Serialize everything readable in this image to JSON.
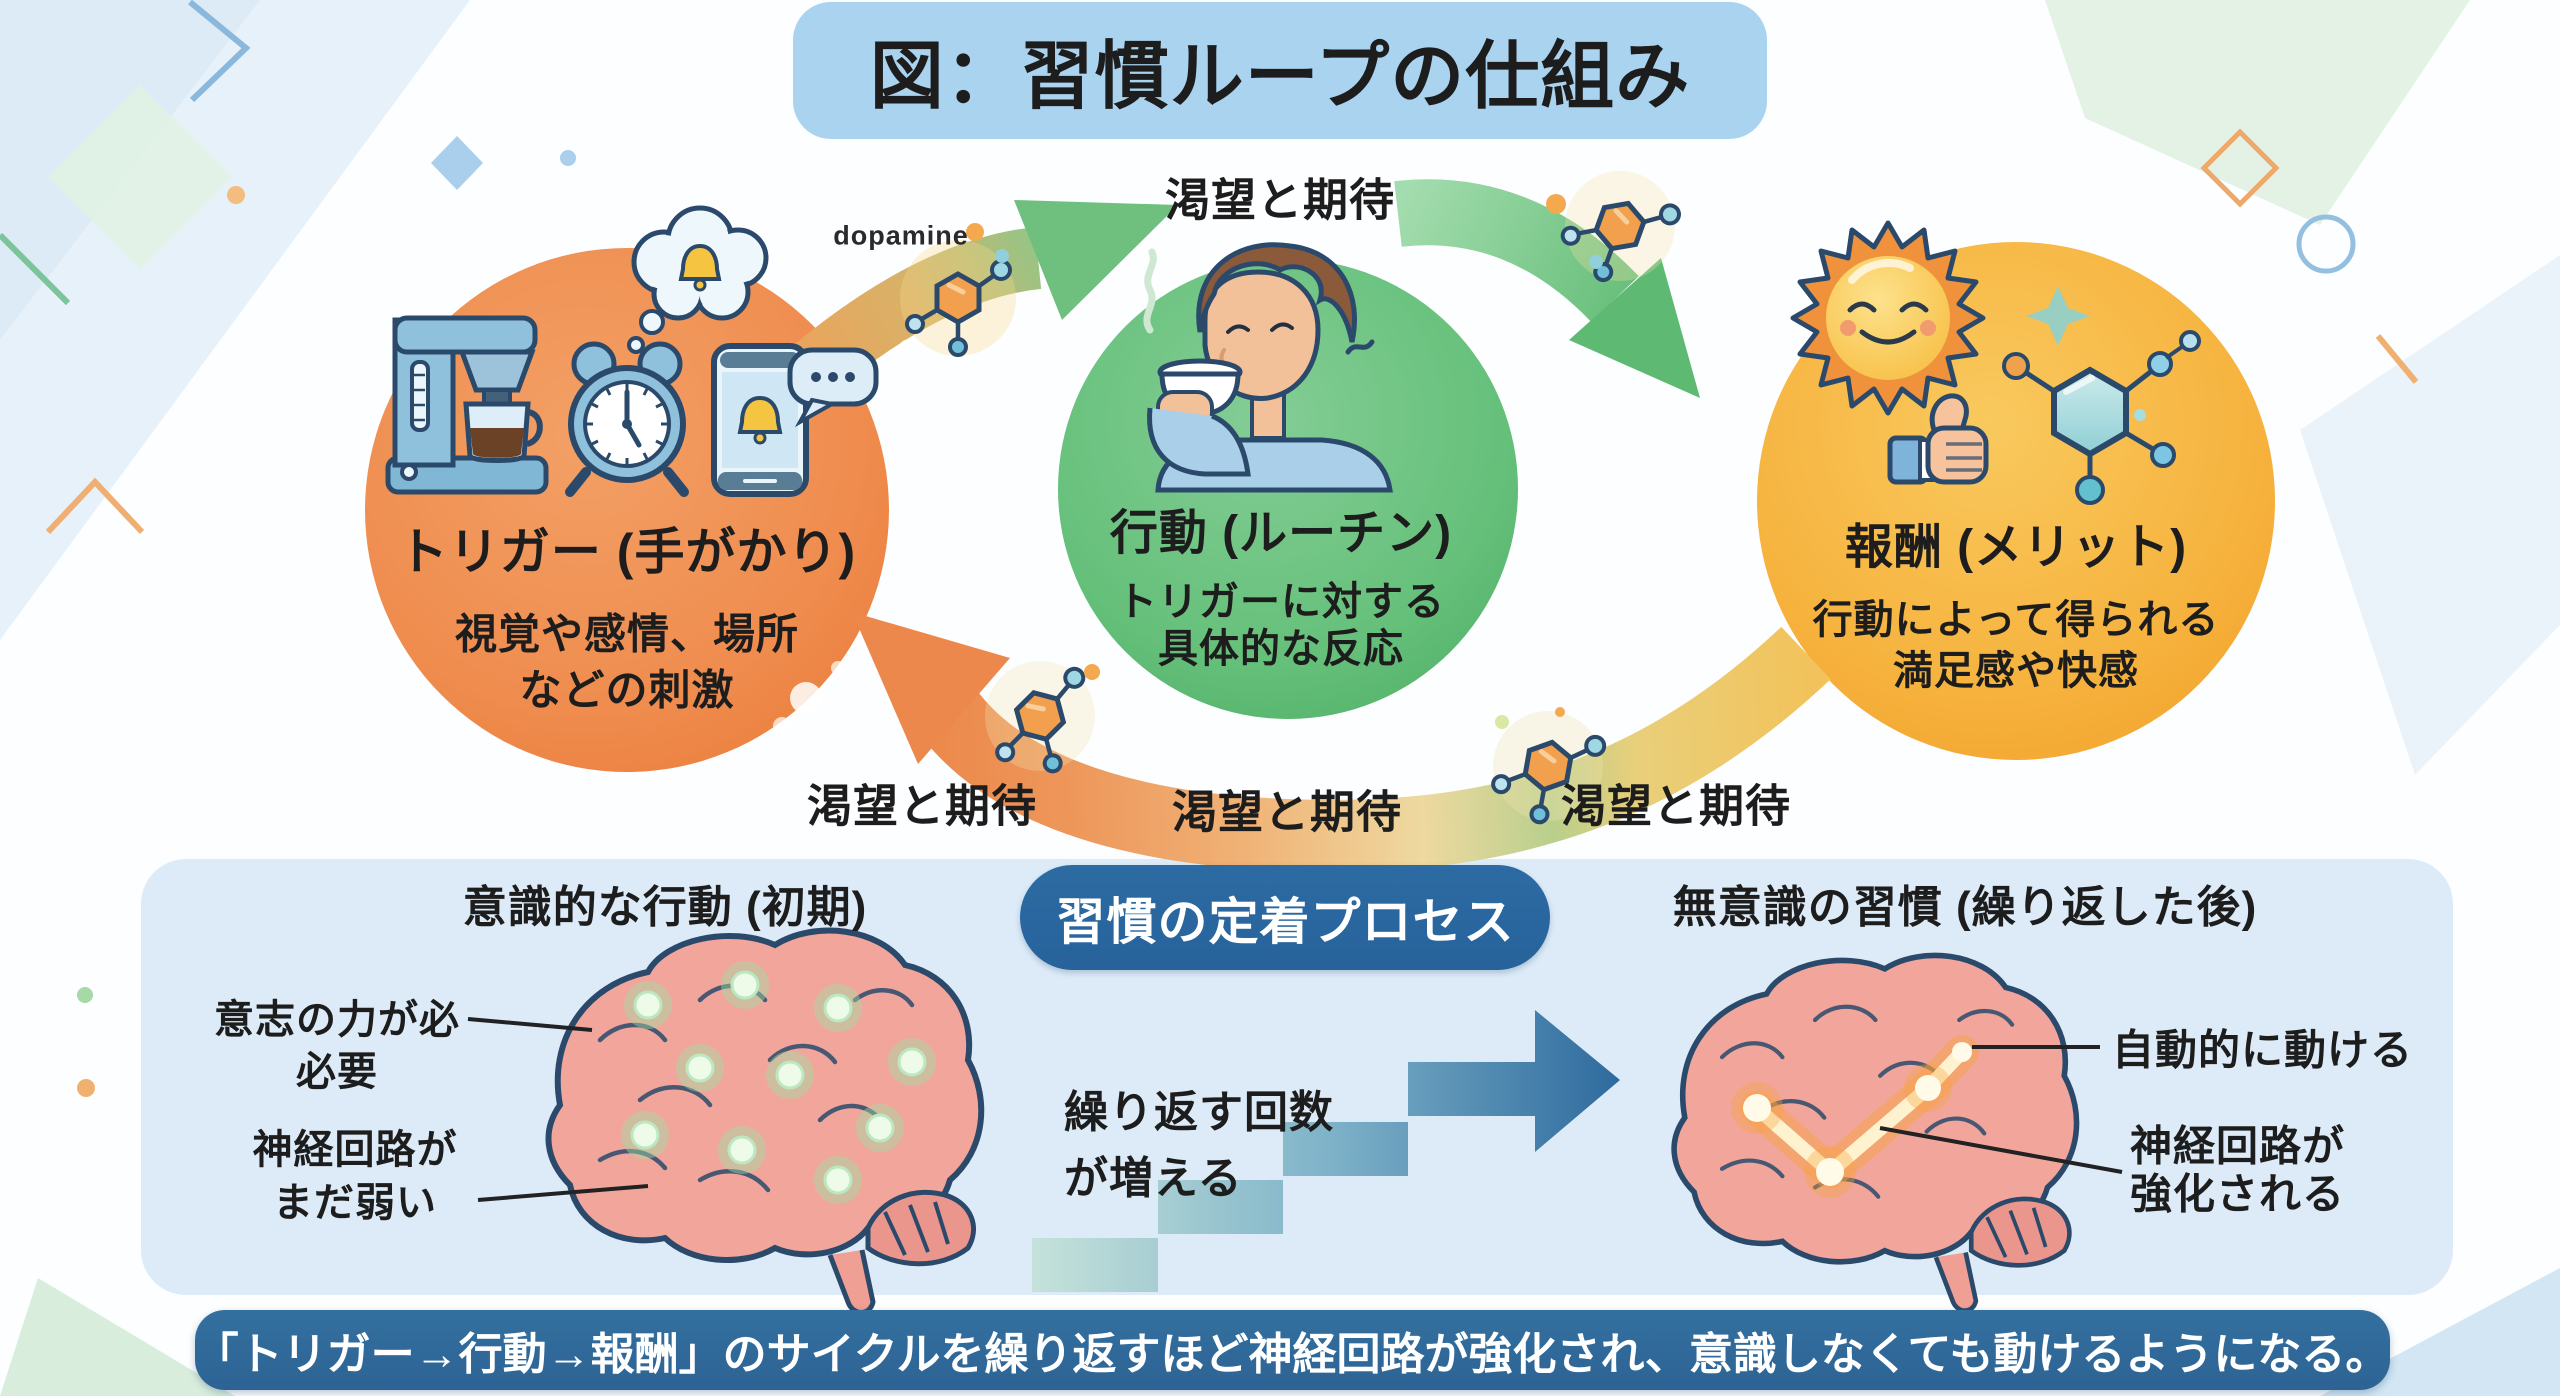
{
  "title": "図：習慣ループの仕組み",
  "dopamine_label": "dopamine",
  "loop": {
    "top_label": "渇望と期待",
    "return_labels": {
      "left": "渇望と期待",
      "center": "渇望と期待",
      "right": "渇望と期待"
    },
    "nodes": {
      "trigger": {
        "title": "トリガー (手がかり)",
        "desc1": "視覚や感情、場所",
        "desc2": "などの刺激",
        "icons": [
          "coffee-maker-icon",
          "alarm-clock-icon",
          "phone-notification-icon",
          "thought-bubble-bell-icon"
        ]
      },
      "routine": {
        "title": "行動 (ルーチン)",
        "desc1": "トリガーに対する",
        "desc2": "具体的な反応",
        "icons": [
          "person-drinking-coffee-icon"
        ]
      },
      "reward": {
        "title": "報酬 (メリット)",
        "desc1": "行動によって得られる",
        "desc2": "満足感や快感",
        "icons": [
          "smiling-sun-icon",
          "thumbs-up-icon",
          "molecule-icon",
          "sparkle-icon"
        ]
      }
    }
  },
  "process_section": {
    "left": {
      "header": "意識的な行動 (初期)",
      "label1_line1": "意志の力が必",
      "label1_line2": "必要",
      "label2_line1": "神経回路が",
      "label2_line2": "まだ弱い",
      "icon": "brain-weak-circuits-icon"
    },
    "center": {
      "badge": "習慣の定着プロセス",
      "stairs_line1": "繰り返す回数",
      "stairs_line2": "が増える",
      "icon": "staircase-arrow-icon"
    },
    "right": {
      "header": "無意識の習慣 (繰り返した後)",
      "label1": "自動的に動ける",
      "label2_line1": "神経回路が",
      "label2_line2": "強化される",
      "icon": "brain-strong-circuit-icon"
    }
  },
  "footer": "「トリガー→行動→報酬」のサイクルを繰り返すほど神経回路が強化され、意識しなくても動けるようになる。",
  "colors": {
    "title_bg": "#a9d3ef",
    "trigger_circle": "#ee8547",
    "routine_circle": "#62bd77",
    "reward_circle": "#f6b13c",
    "badge_bg": "#2d6ba3",
    "footer_bg": "#2d6394",
    "panel_bg": "#dcebf7",
    "outline_navy": "#2b4a6b",
    "text_dark": "#1d1d1d"
  }
}
